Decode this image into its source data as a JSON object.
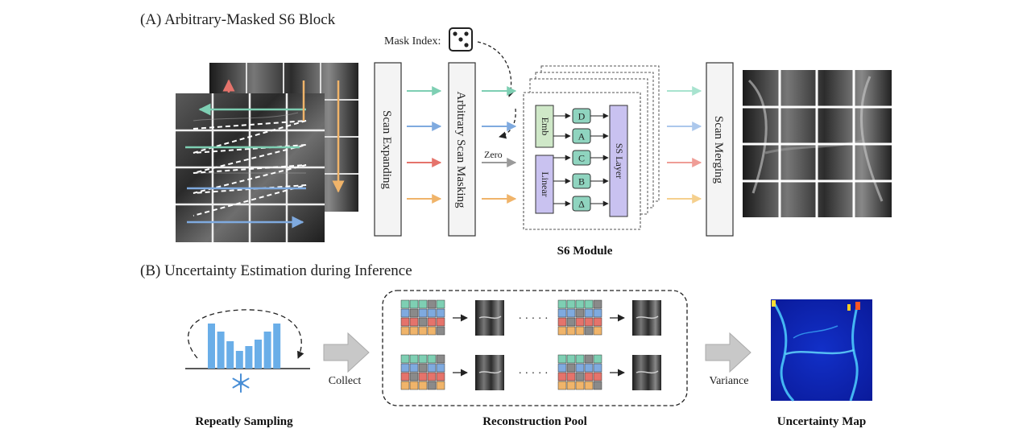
{
  "section_a": {
    "title": "(A) Arbitrary-Masked S6 Block",
    "mask_index_label": "Mask Index:",
    "scan_expanding_label": "Scan Expanding",
    "scan_masking_label": "Arbitrary Scan Masking",
    "zero_label": "Zero",
    "scan_merging_label": "Scan Merging",
    "s6_module_label": "S6 Module",
    "emb_label": "Emb",
    "linear_label": "Linear",
    "ss_layer_label": "SS Layer",
    "params": [
      "D",
      "A",
      "C",
      "B",
      "Δ"
    ]
  },
  "section_b": {
    "title": "(B) Uncertainty Estimation during Inference",
    "collect_label": "Collect",
    "variance_label": "Variance",
    "repeatly_sampling_label": "Repeatly Sampling",
    "reconstruction_pool_label": "Reconstruction Pool",
    "uncertainty_map_label": "Uncertainty Map",
    "ellipsis": "· · · · ·"
  },
  "colors": {
    "teal": "#7ecfb3",
    "blue": "#7faadf",
    "red": "#e5736b",
    "orange": "#f0b46a",
    "green_box": "#cfe8c8",
    "purple_box": "#c9c2f0",
    "teal_box": "#8fd4bf",
    "bar_blue": "#6aaee8",
    "snow_blue": "#4a8fd6"
  },
  "icons": [
    "dice-icon",
    "snowflake-icon"
  ]
}
